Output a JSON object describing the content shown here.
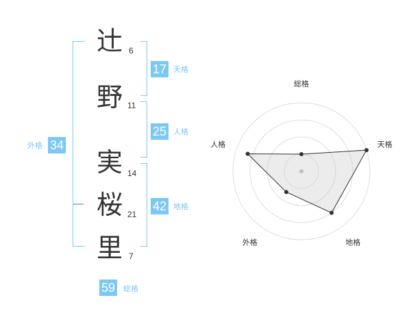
{
  "name": {
    "chars": [
      {
        "char": "辻",
        "strokes": "6"
      },
      {
        "char": "野",
        "strokes": "11"
      },
      {
        "char": "実",
        "strokes": "14"
      },
      {
        "char": "桜",
        "strokes": "21"
      },
      {
        "char": "里",
        "strokes": "7"
      }
    ]
  },
  "fortunes": {
    "tenkaku": {
      "value": "17",
      "label": "天格"
    },
    "jinkaku": {
      "value": "25",
      "label": "人格"
    },
    "chikaku": {
      "value": "42",
      "label": "地格"
    },
    "gaikaku": {
      "value": "34",
      "label": "外格"
    },
    "soukaku": {
      "value": "59",
      "label": "総格"
    }
  },
  "colors": {
    "accent": "#7cc8f5",
    "text": "#333333",
    "grid": "#dddddd"
  },
  "chart_data": {
    "type": "radar",
    "axes": [
      "総格",
      "天格",
      "地格",
      "外格",
      "人格"
    ],
    "max": 4,
    "levels": 4,
    "values": [
      1,
      4,
      3,
      1.5,
      3.3
    ],
    "grid": true
  }
}
